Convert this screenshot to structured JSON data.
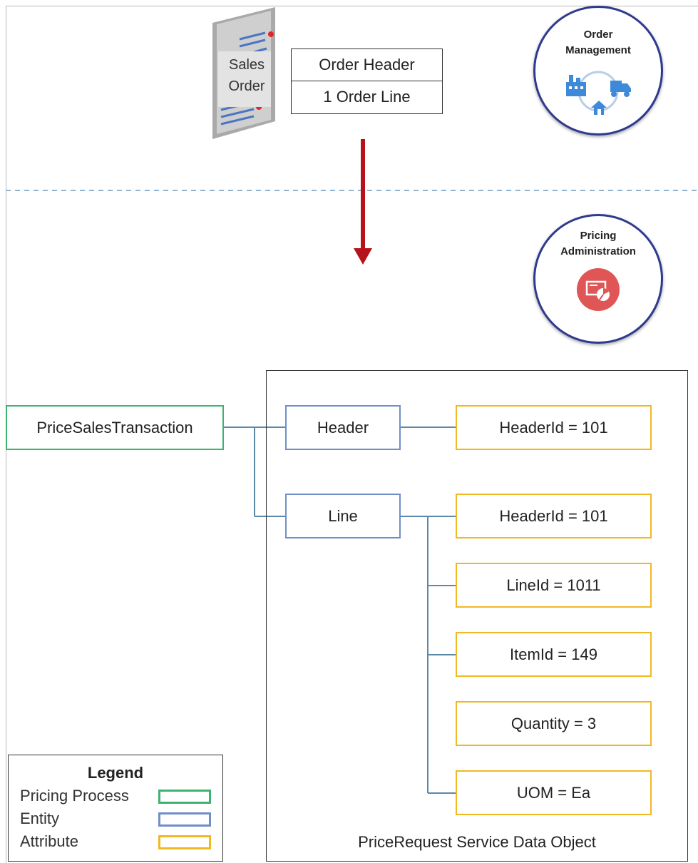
{
  "sales_order": {
    "line1": "Sales",
    "line2": "Order"
  },
  "order_box": {
    "header": "Order Header",
    "line": "1 Order Line"
  },
  "order_management": {
    "line1": "Order",
    "line2": "Management"
  },
  "pricing_administration": {
    "line1": "Pricing",
    "line2": "Administration"
  },
  "process": {
    "label": "PriceSalesTransaction"
  },
  "entities": {
    "header": "Header",
    "line": "Line"
  },
  "header_attributes": [
    "HeaderId  = 101"
  ],
  "line_attributes": [
    "HeaderId  = 101",
    "LineId  = 1011",
    "ItemId = 149",
    "Quantity = 3",
    "UOM = Ea"
  ],
  "panel_caption": "PriceRequest  Service  Data  Object",
  "legend": {
    "title": "Legend",
    "items": [
      "Pricing Process",
      "Entity",
      "Attribute"
    ]
  },
  "colors": {
    "process": "#3cb371",
    "entity": "#6f8fc7",
    "attribute": "#f2b824",
    "connector": "#5b87a8",
    "arrow": "#b5121b",
    "circle_border": "#2f3a8f",
    "dashed_divider": "#8fb4d2"
  },
  "icons": [
    "sales-order-document-icon",
    "factory-truck-home-icon",
    "pricing-chart-icon"
  ]
}
